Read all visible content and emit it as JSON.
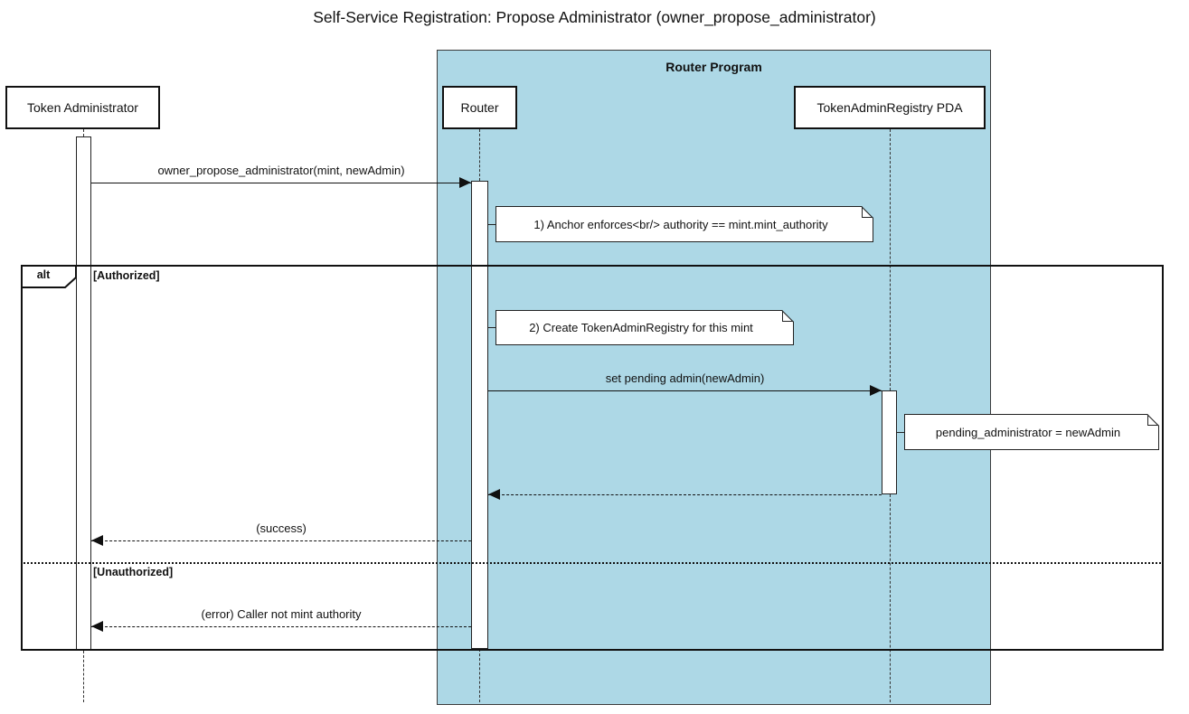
{
  "title": "Self-Service Registration: Propose Administrator (owner_propose_administrator)",
  "diagram_type": "sequence",
  "group": {
    "label": "Router Program",
    "fill_color": "#ADD8E6",
    "members": [
      "Router",
      "TokenAdminRegistry PDA"
    ]
  },
  "actors": [
    {
      "name": "Token Administrator",
      "group": null
    },
    {
      "name": "Router",
      "group": "Router Program"
    },
    {
      "name": "TokenAdminRegistry PDA",
      "group": "Router Program"
    }
  ],
  "messages": [
    {
      "label": "owner_propose_administrator(mint, newAdmin)",
      "from": "Token Administrator",
      "to": "Router",
      "style": "solid",
      "section": null
    },
    {
      "label": "set pending admin(newAdmin)",
      "from": "Router",
      "to": "TokenAdminRegistry PDA",
      "style": "solid",
      "section": "[Authorized]"
    },
    {
      "label": "",
      "from": "TokenAdminRegistry PDA",
      "to": "Router",
      "style": "dashed",
      "section": "[Authorized]"
    },
    {
      "label": "(success)",
      "from": "Router",
      "to": "Token Administrator",
      "style": "dashed",
      "section": "[Authorized]"
    },
    {
      "label": "(error) Caller not mint authority",
      "from": "Router",
      "to": "Token Administrator",
      "style": "dashed",
      "section": "[Unauthorized]"
    }
  ],
  "notes": [
    {
      "text": "1) Anchor enforces<br/> authority == mint.mint_authority",
      "anchor": "right of Router"
    },
    {
      "text": "2) Create TokenAdminRegistry for this mint",
      "anchor": "right of Router"
    },
    {
      "text": "pending_administrator = newAdmin",
      "anchor": "right of TokenAdminRegistry PDA"
    }
  ],
  "alt": {
    "operator": "alt",
    "branches": [
      {
        "label": "[Authorized]"
      },
      {
        "label": "[Unauthorized]"
      }
    ]
  },
  "colors": {
    "group_fill": "#ADD8E6",
    "background": "#ffffff",
    "line": "#111111",
    "note_fill": "#ffffff",
    "actor_fill": "#ffffff"
  }
}
